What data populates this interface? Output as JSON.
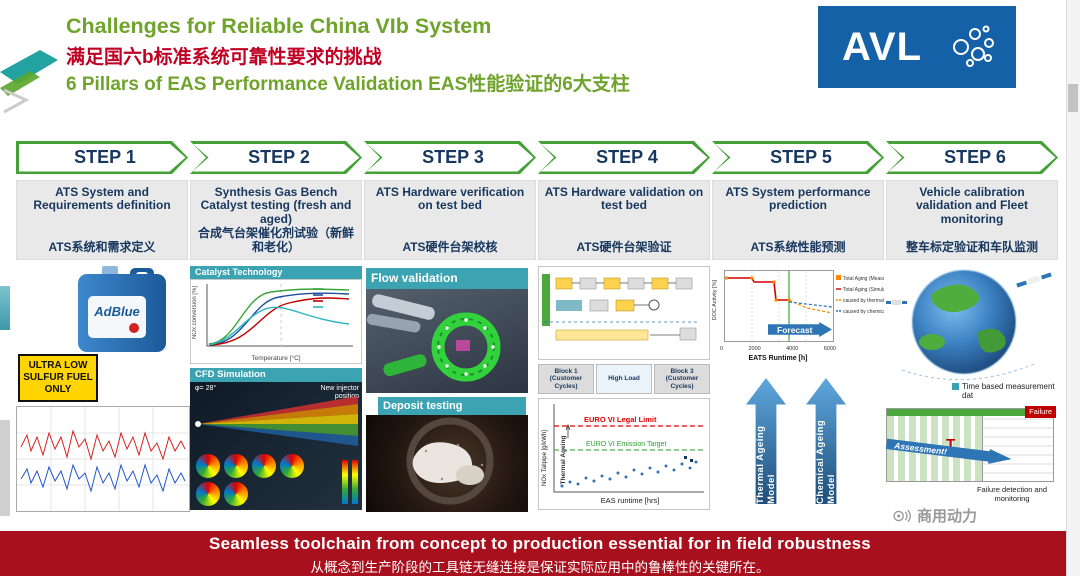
{
  "header": {
    "title_en": "Challenges for Reliable China VIb System",
    "title_cn": "满足国六b标准系统可靠性要求的挑战",
    "subtitle": "6 Pillars of EAS Performance Validation EAS性能验证的6大支柱",
    "logo_text": "AVL"
  },
  "steps": [
    {
      "label": "STEP 1",
      "desc_en": "ATS System and Requirements definition",
      "desc_cn": "ATS系统和需求定义"
    },
    {
      "label": "STEP 2",
      "desc_en": "Synthesis Gas Bench Catalyst testing (fresh and aged)",
      "desc_cn": "合成气台架催化剂试验（新鲜和老化）"
    },
    {
      "label": "STEP 3",
      "desc_en": "ATS Hardware verification on test bed",
      "desc_cn": "ATS硬件台架校核"
    },
    {
      "label": "STEP 4",
      "desc_en": "ATS Hardware validation on test bed",
      "desc_cn": "ATS硬件台架验证"
    },
    {
      "label": "STEP 5",
      "desc_en": "ATS System performance prediction",
      "desc_cn": "ATS系统性能预测"
    },
    {
      "label": "STEP 6",
      "desc_en": "Vehicle calibration validation and Fleet monitoring",
      "desc_cn": "整车标定验证和车队监测"
    }
  ],
  "col1": {
    "adblue_label": "AdBlue",
    "fuel_sign": "ULTRA LOW SULFUR FUEL ONLY"
  },
  "col2": {
    "catalyst_header": "Catalyst Technology",
    "ylabel": "NOx conversion [%]",
    "xlabel": "Temperature [°C]",
    "cfd_header": "CFD Simulation",
    "angle": "φ= 28°",
    "note": "New injector position"
  },
  "col3": {
    "flow_header": "Flow validation",
    "deposit_header": "Deposit testing"
  },
  "col4": {
    "blocks": [
      "Block 1 (Customer Cycles)",
      "High Load",
      "Block 3 (Customer Cycles)"
    ],
    "legal_limit": "EURO VI Legal Limit",
    "emission_target": "EURO VI Emission Target",
    "thermal_ageing": "Thermal Ageing",
    "xlabel": "EAS runtime [hrs]",
    "ylabel": "NOx Tailpipe [g/kWh]"
  },
  "col5": {
    "legend": [
      "Total Aging (Measurement)",
      "Total Aging (Simulation)",
      "caused by thermal aging (Simulation)",
      "caused by chemical aging (Simulation)"
    ],
    "forecast": "Forecast",
    "xticks": [
      "0",
      "2000",
      "4000",
      "6000"
    ],
    "xlabel": "EATS Runtime [h]",
    "ylabel": "DOC Activity [%]",
    "arrow1": "Thermal Ageing Model",
    "arrow2": "Chemical Ageing Model"
  },
  "col6": {
    "time_based": "Time based measurement dat",
    "failure": "Failure",
    "assessment": "Assessment!",
    "t_marker": "T",
    "caption": "Failure detection and monitoring"
  },
  "footer": {
    "line_en": "Seamless toolchain from concept to production essential for in field robustness",
    "line_cn": "从概念到生产阶段的工具链无缝连接是保证实际应用中的鲁棒性的关键所在。"
  },
  "watermark": {
    "text": "商用动力"
  },
  "colors": {
    "accent_green": "#6FA32B",
    "accent_red": "#C00023",
    "avl_blue": "#1461A8",
    "step_navy": "#17375E",
    "teal_header": "#3BA3B2",
    "footer_red": "#A8101E"
  }
}
